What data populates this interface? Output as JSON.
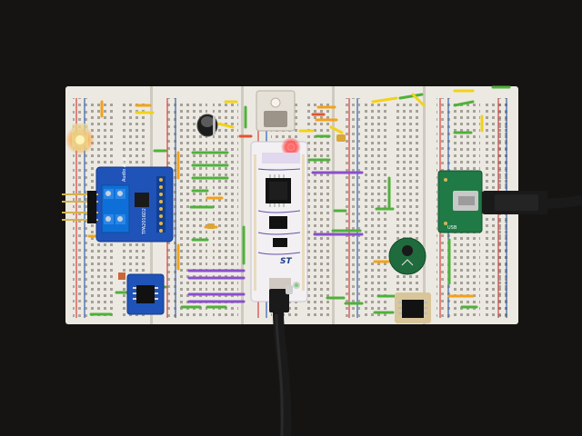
{
  "scene": {
    "description_free": true,
    "background_color": "#161412",
    "board_color": "#ece9e2",
    "rail_red": "#d8413c",
    "rail_blue": "#2f62b8",
    "wire_colors": [
      "#f2a21b",
      "#4fb13a",
      "#8a4fcc",
      "#f2d21b",
      "#e0552f"
    ]
  },
  "labels": {
    "amp_title": "Audio Amp",
    "amp_part": "TPA2016D2",
    "nucleo_logo": "ST",
    "usb_logo": "USB"
  }
}
